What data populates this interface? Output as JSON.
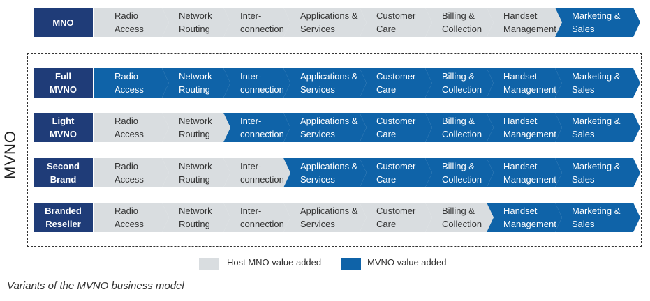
{
  "colors": {
    "label_bg": "#1f3c78",
    "host_grey": "#d9dde0",
    "mvno_blue": "#0f63a8"
  },
  "stages": [
    "Radio\nAccess",
    "Network\nRouting",
    "Inter-\nconnection",
    "Applications &\nServices",
    "Customer\nCare",
    "Billing &\nCollection",
    "Handset\nManagement",
    "Marketing &\nSales"
  ],
  "mno_row": {
    "label": "MNO",
    "blue_from_stage": 8
  },
  "group_label": "MVNO",
  "mvno_rows": [
    {
      "label": "Full\nMVNO",
      "blue_from_stage": 1
    },
    {
      "label": "Light\nMVNO",
      "blue_from_stage": 3
    },
    {
      "label": "Second\nBrand",
      "blue_from_stage": 4
    },
    {
      "label": "Branded\nReseller",
      "blue_from_stage": 7
    }
  ],
  "legend": {
    "host": "Host MNO value added",
    "mvno": "MVNO value added"
  },
  "caption": "Variants of the MVNO business model"
}
